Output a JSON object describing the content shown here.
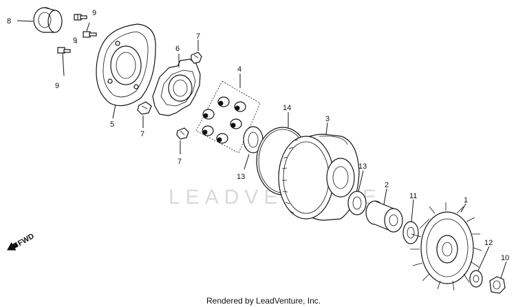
{
  "diagram": {
    "watermark": "LEADVENTURE",
    "footer": "Rendered by LeadVenture, Inc.",
    "direction_label": "FWD",
    "callouts": {
      "p8": "8",
      "p9a": "9",
      "p9b": "9",
      "p9c": "9",
      "p5": "5",
      "p6": "6",
      "p7a": "7",
      "p7b": "7",
      "p7c": "7",
      "p4": "4",
      "p13a": "13",
      "p14": "14",
      "p3": "3",
      "p13b": "13",
      "p2": "2",
      "p11": "11",
      "p1": "1",
      "p12": "12",
      "p10": "10"
    }
  }
}
